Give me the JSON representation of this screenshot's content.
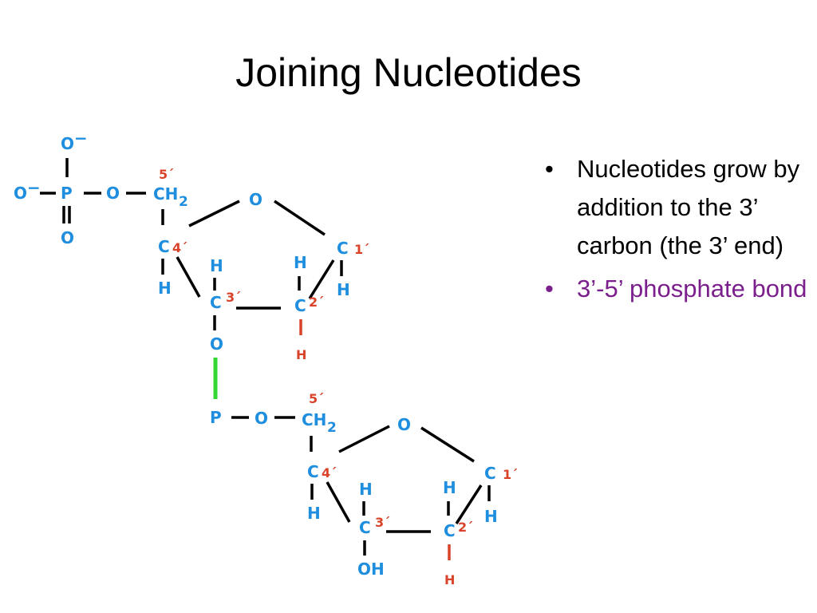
{
  "slide": {
    "title": "Joining Nucleotides",
    "bullets": [
      {
        "text": "Nucleotides grow by addition to the 3’ carbon (the 3’ end)",
        "color": "#000000"
      },
      {
        "text": "3’-5’ phosphate bond",
        "color": "#7a1f8c"
      }
    ]
  },
  "diagram": {
    "colors": {
      "atoms": "#1f8ede",
      "carbon_numbers": "#d8432a",
      "phosphodiester_bond": "#33d633"
    },
    "nucleotide_1": {
      "phosphate_charge_top": "O",
      "phosphate_charge_left": "O",
      "charge_sign": "−",
      "phosphorus": "P",
      "phosphate_oxygen": "O",
      "phosphate_double_oxygen": "O",
      "c5_group": "CH",
      "c5_subscript": "2",
      "c5_label": "5´",
      "ring_oxygen": "O",
      "c4": "C",
      "c4_label": "4´",
      "c4_h": "H",
      "c3": "C",
      "c3_label": "3´",
      "c3_h": "H",
      "c2": "C",
      "c2_label": "2´",
      "c2_h_top": "H",
      "c2_h_bottom": "H",
      "c1": "C",
      "c1_label": "1´",
      "c1_h": "H",
      "c3_oxygen": "O"
    },
    "nucleotide_2": {
      "phosphorus": "P",
      "phosphate_oxygen": "O",
      "c5_group": "CH",
      "c5_subscript": "2",
      "c5_label": "5´",
      "ring_oxygen": "O",
      "c4": "C",
      "c4_label": "4´",
      "c4_h": "H",
      "c3": "C",
      "c3_label": "3´",
      "c3_h": "H",
      "c3_oh": "OH",
      "c2": "C",
      "c2_label": "2´",
      "c2_h_top": "H",
      "c2_h_bottom": "H",
      "c1": "C",
      "c1_label": "1´",
      "c1_h": "H"
    }
  }
}
